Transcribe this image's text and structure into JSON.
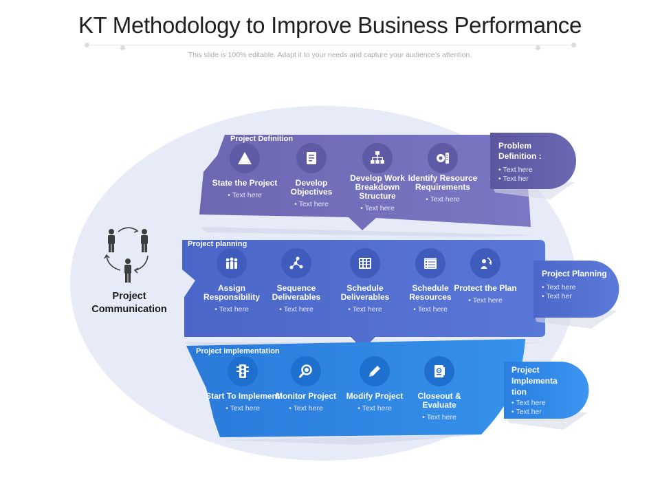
{
  "title": "KT Methodology to Improve Business Performance",
  "subtitle": "This slide is 100% editable. Adapt it to your needs and capture your audience’s attention.",
  "communication": {
    "label": "Project Communication"
  },
  "colors": {
    "band1": "#6f6bb8",
    "band2": "#4f6fd1",
    "band3": "#2f86e3",
    "ellipse": "#e6eaf7"
  },
  "bands": [
    {
      "label": "Project Definition",
      "steps": [
        {
          "title": "State the Project",
          "sub": "Text here",
          "icon": "triangle-icon"
        },
        {
          "title": "Develop Objectives",
          "sub": "Text here",
          "icon": "document-icon"
        },
        {
          "title": "Develop Work Breakdown Structure",
          "sub": "Text here",
          "icon": "hierarchy-icon"
        },
        {
          "title": "Identify Resource Requirements",
          "sub": "Text here",
          "icon": "resources-icon"
        }
      ],
      "tab": {
        "title": "Problem Definition :",
        "items": [
          "Text here",
          "Text her"
        ]
      }
    },
    {
      "label": "Project planning",
      "steps": [
        {
          "title": "Assign Responsibility",
          "sub": "Text here",
          "icon": "team-icon"
        },
        {
          "title": "Sequence Deliverables",
          "sub": "Text here",
          "icon": "network-icon"
        },
        {
          "title": "Schedule Deliverables",
          "sub": "Text here",
          "icon": "gantt-icon"
        },
        {
          "title": "Schedule Resources",
          "sub": "Text here",
          "icon": "calendar-list-icon"
        },
        {
          "title": "Protect the Plan",
          "sub": "Text here",
          "icon": "shield-person-icon"
        }
      ],
      "tab": {
        "title": "Project Planning",
        "items": [
          "Text here",
          "Text her"
        ]
      }
    },
    {
      "label": "Project implementation",
      "steps": [
        {
          "title": "Start To Implement",
          "sub": "Text here",
          "icon": "traffic-light-icon"
        },
        {
          "title": "Monitor Project",
          "sub": "Text here",
          "icon": "magnifier-icon"
        },
        {
          "title": "Modify Project",
          "sub": "Text here",
          "icon": "pencil-icon"
        },
        {
          "title": "Closeout & Evaluate",
          "sub": "Text here",
          "icon": "report-icon"
        }
      ],
      "tab": {
        "title": "Project Implementa tion",
        "items": [
          "Text here",
          "Text her"
        ]
      }
    }
  ]
}
